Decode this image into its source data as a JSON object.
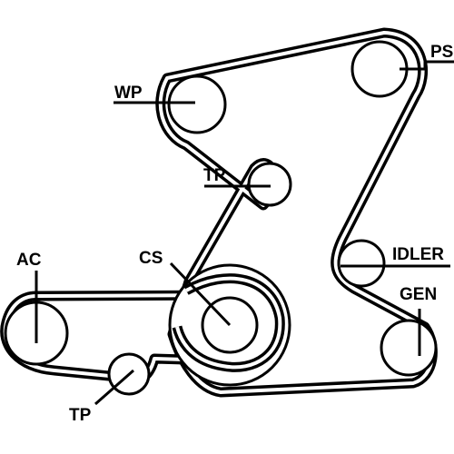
{
  "diagram": {
    "colors": {
      "ink": "#000000",
      "paper": "#ffffff"
    },
    "pulleys": [
      {
        "id": "ps",
        "label": "PS"
      },
      {
        "id": "wp",
        "label": "WP"
      },
      {
        "id": "tp1",
        "label": "TP"
      },
      {
        "id": "idler",
        "label": "IDLER"
      },
      {
        "id": "ac",
        "label": "AC"
      },
      {
        "id": "cs",
        "label": "CS"
      },
      {
        "id": "gen",
        "label": "GEN"
      },
      {
        "id": "tp2",
        "label": "TP"
      }
    ]
  }
}
